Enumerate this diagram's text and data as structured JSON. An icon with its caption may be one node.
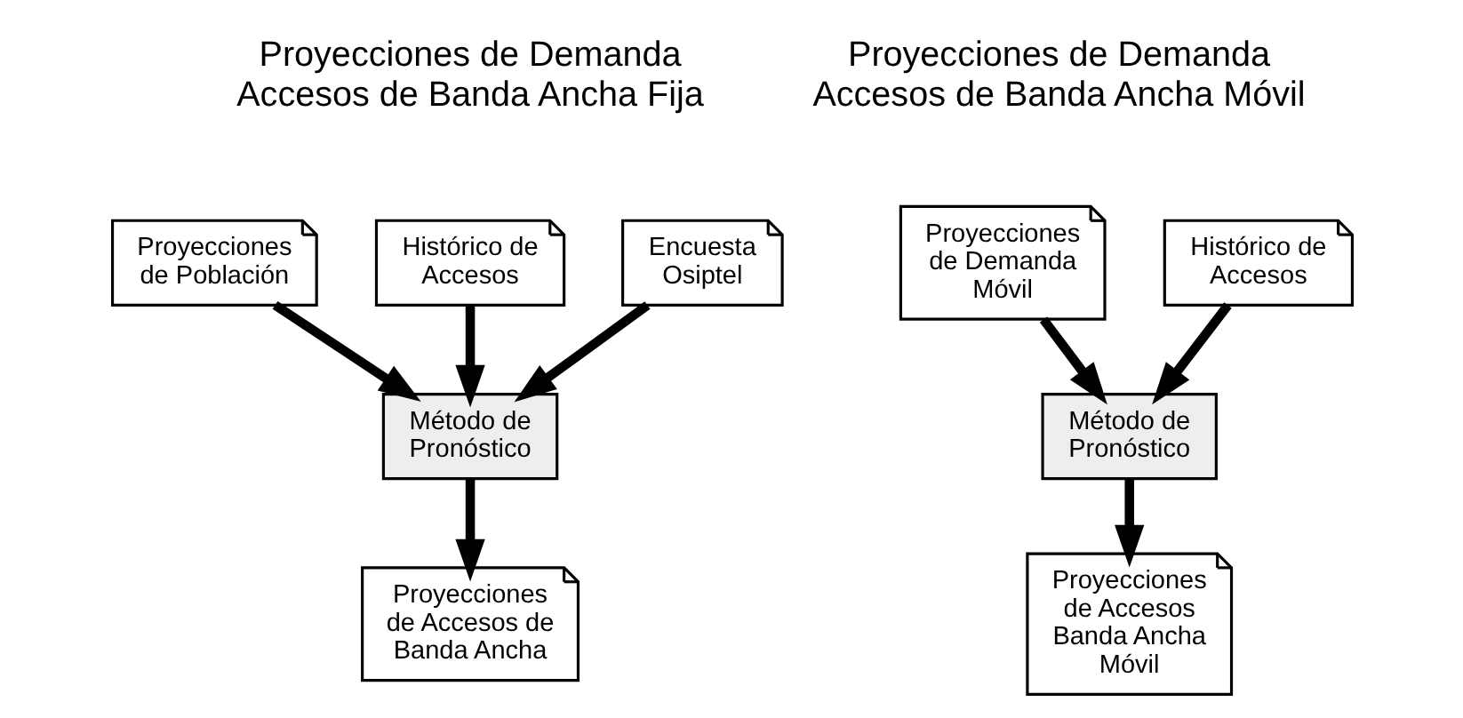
{
  "diagram": {
    "nodes": [
      {
        "text": [
          "Proyecciones de Población"
        ]
      },
      {
        "text": [
          "Histórico de Accesos"
        ]
      },
      {
        "text": [
          "Encuesta Osiptel"
        ]
      },
      {
        "text": [
          "Método de Pronóstico"
        ]
      },
      {
        "text": [
          "Proyecciones de Accesos de Banda Ancha"
        ]
      },
      {
        "text": [
          "Proyecciones de Demanda Móvil"
        ]
      },
      {
        "text": [
          "Histórico de Accesos"
        ]
      },
      {
        "text": [
          "Método de Pronóstico"
        ]
      },
      {
        "text": [
          "Proyecciones de Accesos Banda Ancha Móvil"
        ]
      }
    ],
    "edges": [
      {
        "from": 0,
        "to": 3,
        "arrow": "to"
      },
      {
        "from": 1,
        "to": 3,
        "arrow": "to"
      },
      {
        "from": 2,
        "to": 3,
        "arrow": "to"
      },
      {
        "from": 3,
        "to": 4,
        "arrow": "to"
      },
      {
        "from": 5,
        "to": 7,
        "arrow": "to"
      },
      {
        "from": 6,
        "to": 7,
        "arrow": "to"
      },
      {
        "from": 7,
        "to": 8,
        "arrow": "to"
      }
    ],
    "labels": [
      "Proyecciones de Demanda Accesos de Banda Ancha Fija",
      "Proyecciones de Demanda Accesos de Banda Ancha Móvil"
    ]
  }
}
